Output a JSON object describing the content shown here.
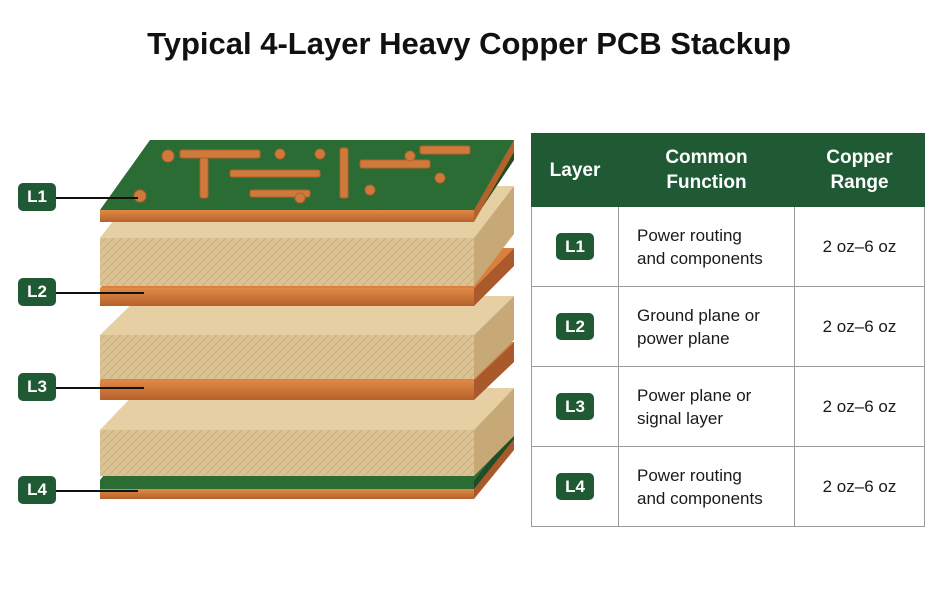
{
  "title": "Typical 4-Layer Heavy Copper PCB Stackup",
  "colors": {
    "accent_green": "#1f5a35",
    "board_green": "#2b6b34",
    "copper": "#c9753a",
    "prepreg": "#dcc394"
  },
  "diagram": {
    "layer_tags": [
      "L1",
      "L2",
      "L3",
      "L4"
    ]
  },
  "table": {
    "headers": {
      "layer": "Layer",
      "function_line1": "Common",
      "function_line2": "Function",
      "range_line1": "Copper",
      "range_line2": "Range"
    },
    "rows": [
      {
        "layer": "L1",
        "function_line1": "Power routing",
        "function_line2": "and components",
        "range": "2 oz–6 oz"
      },
      {
        "layer": "L2",
        "function_line1": "Ground plane or",
        "function_line2": "power plane",
        "range": "2 oz–6 oz"
      },
      {
        "layer": "L3",
        "function_line1": "Power plane or",
        "function_line2": "signal layer",
        "range": "2 oz–6 oz"
      },
      {
        "layer": "L4",
        "function_line1": "Power routing",
        "function_line2": "and components",
        "range": "2 oz–6 oz"
      }
    ]
  }
}
